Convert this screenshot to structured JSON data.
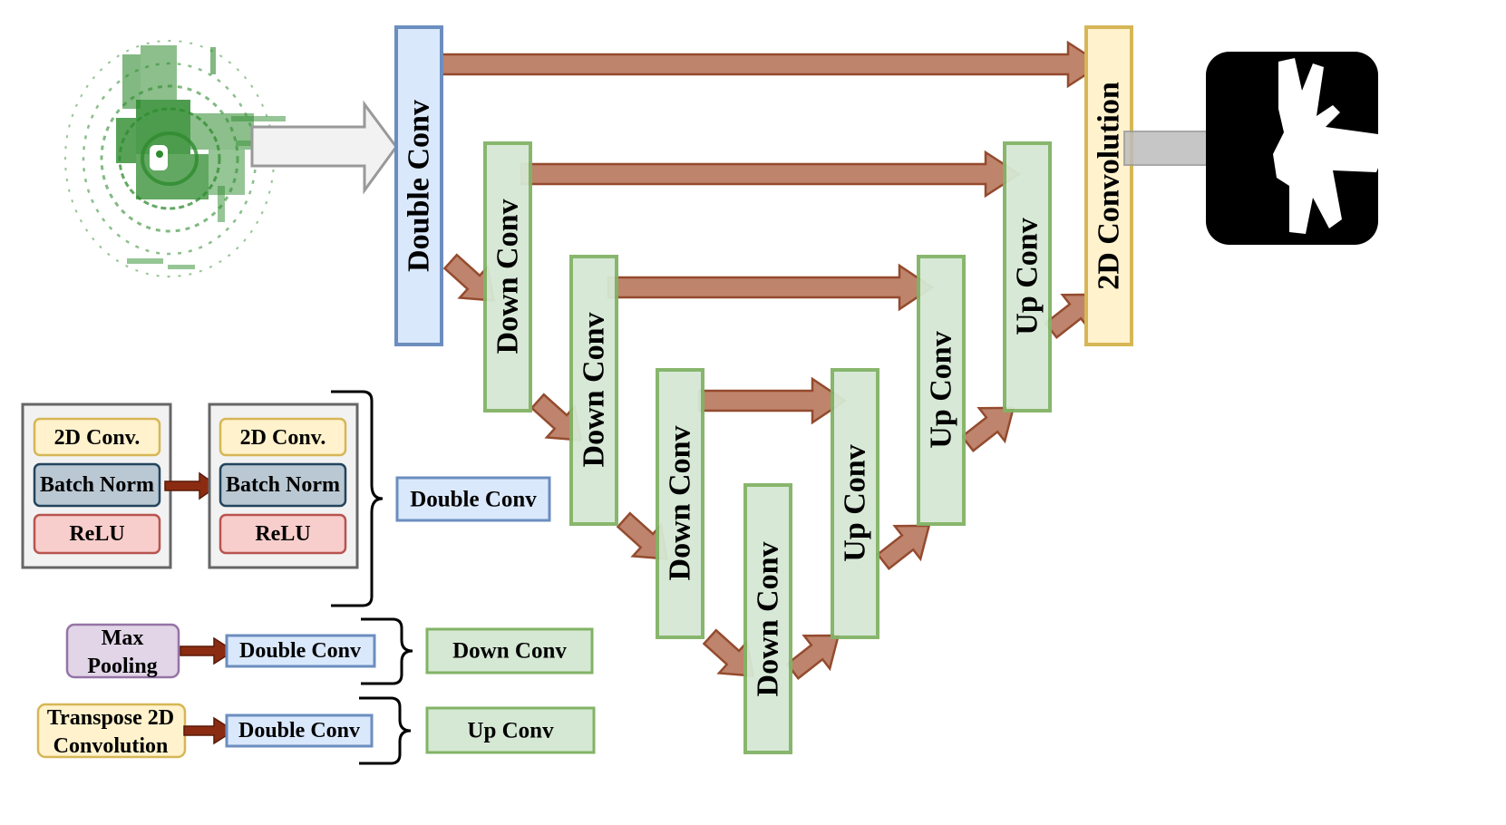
{
  "colors": {
    "blue_fill": "#dae8fc",
    "blue_stroke": "#6c8ebf",
    "green_fill": "#d5e8d4",
    "green_stroke": "#82b366",
    "yellow_fill": "#fff2cc",
    "yellow_stroke": "#d6b656",
    "red_fill": "#f8cecc",
    "red_stroke": "#b85450",
    "slate_fill": "#bac8d3",
    "slate_stroke": "#23445d",
    "purple_fill": "#e1d5e7",
    "purple_stroke": "#9673a6",
    "arrow_fill": "#b97a60",
    "arrow_stroke": "#8b3b1c",
    "small_arrow_fill": "#8b2c12",
    "pointcloud": "#2e8b2e"
  },
  "network": {
    "double_conv": "Double Conv",
    "down_conv": "Down Conv",
    "up_conv": "Up Conv",
    "final": "2D Convolution"
  },
  "legend": {
    "conv": "2D Conv.",
    "batch_norm": "Batch Norm",
    "relu": "ReLU",
    "double_conv": "Double Conv",
    "max_pooling_line1": "Max",
    "max_pooling_line2": "Pooling",
    "down_conv": "Down Conv",
    "transpose_line1": "Transpose 2D",
    "transpose_line2": "Convolution",
    "up_conv": "Up Conv"
  }
}
